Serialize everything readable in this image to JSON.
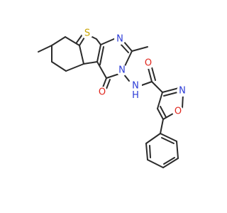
{
  "molecule": {
    "atoms": {
      "sulfur": "S",
      "pyrimidine_n1": "N",
      "pyrimidine_n3": "N",
      "carbonyl_o_ring": "O",
      "amide_nh": "N\nH",
      "amide_o": "O",
      "isoxazole_n": "N",
      "isoxazole_o": "O"
    },
    "colors": {
      "bond": "#2b2b2b",
      "sulfur": "#c9a400",
      "nitrogen": "#2b3bd6",
      "oxygen": "#e0261d"
    }
  }
}
